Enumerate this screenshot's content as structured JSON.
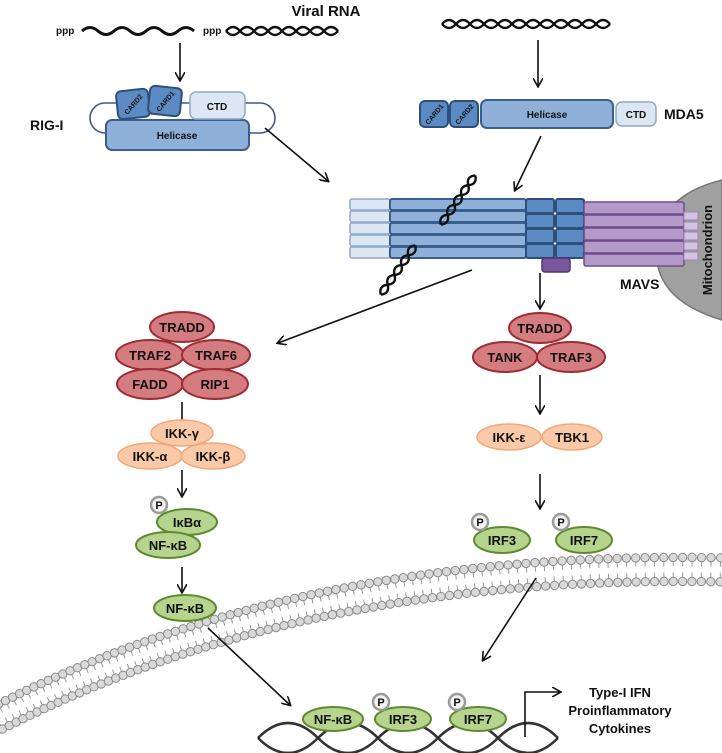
{
  "title": "Viral RNA",
  "rna_labels": {
    "ppp_left": "ppp",
    "ppp_right": "ppp"
  },
  "rigi": {
    "name": "RIG-I",
    "card2": "CARD2",
    "card1": "CARD1",
    "ctd": "CTD",
    "helicase": "Helicase"
  },
  "mda5": {
    "name": "MDA5",
    "card1": "CARD1",
    "card2": "CARD2",
    "helicase": "Helicase",
    "ctd": "CTD"
  },
  "mavs": "MAVS",
  "mitochondrion": "Mitochondrion",
  "left_branch": {
    "complex": {
      "tradd": "TRADD",
      "traf2": "TRAF2",
      "traf6": "TRAF6",
      "fadd": "FADD",
      "rip1": "RIP1"
    },
    "ikk": {
      "gamma": "IKK-γ",
      "alpha": "IKK-α",
      "beta": "IKK-β"
    },
    "p": "P",
    "ikba": "IκBα",
    "nfkb1": "NF-κB",
    "nfkb2": "NF-κB"
  },
  "right_branch": {
    "complex": {
      "tradd": "TRADD",
      "tank": "TANK",
      "traf3": "TRAF3"
    },
    "ikke": "IKK-ε",
    "tbk1": "TBK1",
    "p": "P",
    "irf3": "IRF3",
    "irf7": "IRF7"
  },
  "nucleus": {
    "nfkb": "NF-κB",
    "p": "P",
    "irf3": "IRF3",
    "irf7": "IRF7"
  },
  "output": {
    "line1": "Type-I IFN",
    "line2": "Proinflammatory",
    "line3": "Cytokines"
  }
}
